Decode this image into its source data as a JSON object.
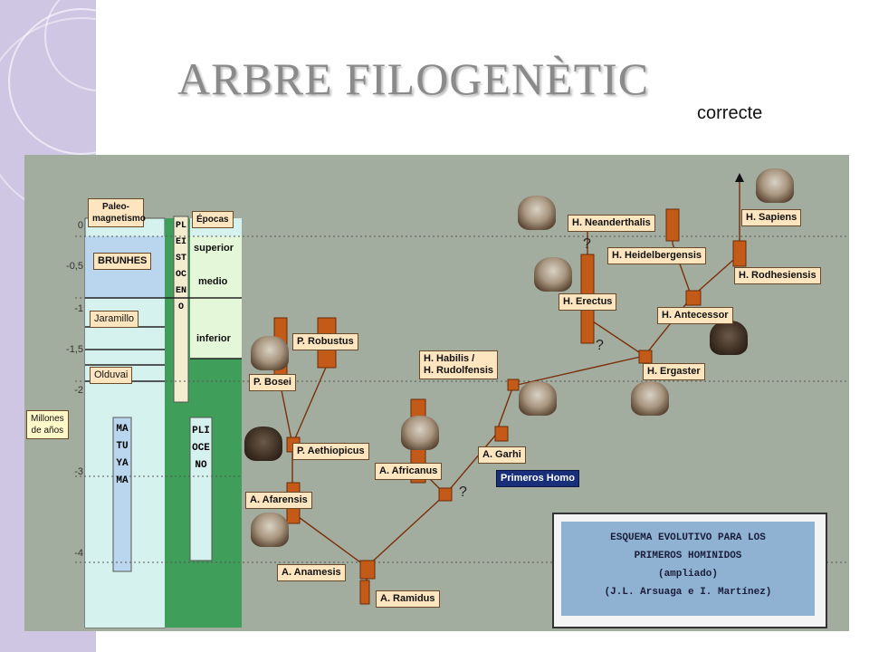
{
  "title": "ARBRE FILOGENÈTIC",
  "subtitle": "correcte",
  "diagram": {
    "col_paleo_header": "Paleo-\nmagnetismo",
    "col_epocas_header": "Épocas",
    "brunhes": "BRUNHES",
    "jaramillo": "Jaramillo",
    "olduvai": "Olduvai",
    "matuyama": "MATUYAMA",
    "pleistoceno": "PLEISTOCENO",
    "plioceno": "PLIOCENO",
    "superior": "superior",
    "medio": "medio",
    "inferior": "inferior",
    "millones": "Millones\nde años",
    "ticks": [
      "0",
      "-0,5",
      "-1",
      "-1,5",
      "-2",
      "-3",
      "-4"
    ],
    "species": {
      "neanderthalis": "H. Neanderthalis",
      "sapiens": "H. Sapiens",
      "heidelbergensis": "H. Heidelbergensis",
      "rodhesiensis": "H. Rodhesiensis",
      "erectus": "H. Erectus",
      "antecessor": "H. Antecessor",
      "habilis": "H. Habilis /\nH. Rudolfensis",
      "ergaster": "H. Ergaster",
      "robustus": "P. Robustus",
      "bosei": "P. Bosei",
      "aethiopicus": "P. Aethiopicus",
      "africanus": "A. Africanus",
      "garhi": "A. Garhi",
      "afarensis": "A. Afarensis",
      "anamesis": "A. Anamesis",
      "ramidus": "A. Ramidus"
    },
    "primeros_homo": "Primeros Homo",
    "question": "?",
    "legend": {
      "line1": "ESQUEMA EVOLUTIVO PARA LOS",
      "line2": "PRIMEROS HOMINIDOS",
      "line3": "(ampliado)",
      "line4": "(J.L. Arsuaga e I. Martínez)"
    },
    "colors": {
      "panel": "#a3ad9f",
      "label_bg": "#fde6bf",
      "branch": "#c35a18",
      "pleisto_green": "#3f9f5a",
      "light_cyan": "#d6f2ee",
      "blue": "#b9d6ee"
    }
  }
}
